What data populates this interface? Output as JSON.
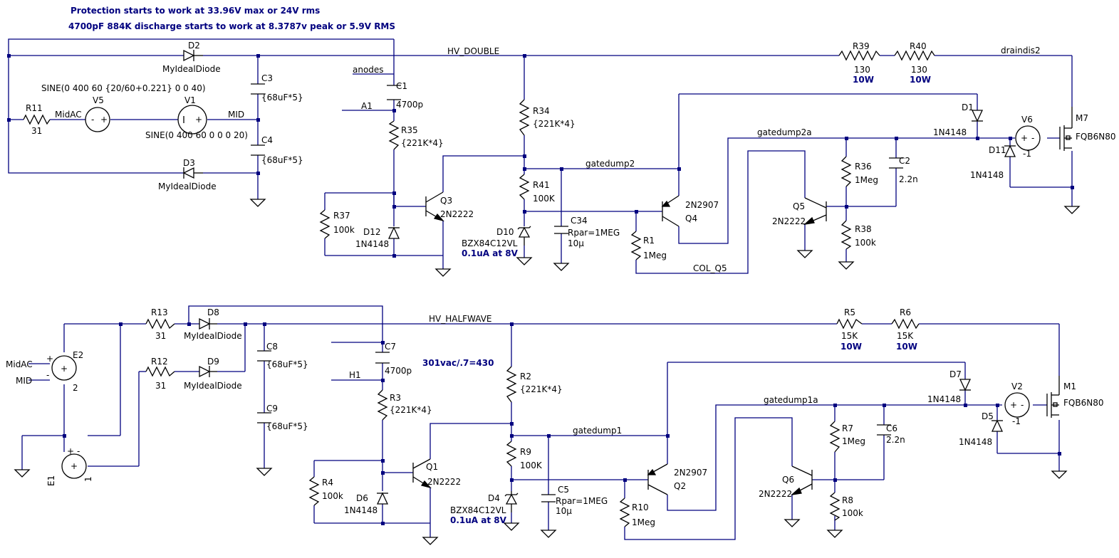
{
  "notes": {
    "protection": "Protection starts to work at 33.96V max or 24V rms",
    "discharge": "4700pF 884K discharge starts to work at 8.3787v peak or 5.9V RMS",
    "calc": "301vac/.7=430"
  },
  "nets": {
    "hv_double": "HV_DOUBLE",
    "hv_halfwave": "HV_HALFWAVE",
    "anodes": "anodes",
    "a1": "A1",
    "h1": "H1",
    "midac1": "MidAC",
    "mid1": "MID",
    "midac2": "MidAC",
    "mid2": "MID",
    "gatedump2": "gatedump2",
    "gatedump2a": "gatedump2a",
    "gatedump1": "gatedump1",
    "gatedump1a": "gatedump1a",
    "draindis2": "draindis2",
    "col_q5": "COL_Q5"
  },
  "components": {
    "D2": {
      "ref": "D2",
      "value": "MyIdealDiode"
    },
    "D3": {
      "ref": "D3",
      "value": "MyIdealDiode"
    },
    "D8": {
      "ref": "D8",
      "value": "MyIdealDiode"
    },
    "D9": {
      "ref": "D9",
      "value": "MyIdealDiode"
    },
    "C3": {
      "ref": "C3",
      "value": "{68uF*5}"
    },
    "C4": {
      "ref": "C4",
      "value": "{68uF*5}"
    },
    "C8": {
      "ref": "C8",
      "value": "{68uF*5}"
    },
    "C9": {
      "ref": "C9",
      "value": "{68uF*5}"
    },
    "V5": {
      "ref": "V5",
      "value": "SINE(0 400 60 {20/60+0.221} 0 0 40)"
    },
    "V1": {
      "ref": "V1",
      "value": "SINE(0 400 60 0 0 0 20)"
    },
    "R11": {
      "ref": "R11",
      "value": "31"
    },
    "R13": {
      "ref": "R13",
      "value": "31"
    },
    "R12": {
      "ref": "R12",
      "value": "31"
    },
    "E2": {
      "ref": "E2",
      "value": "2"
    },
    "E1": {
      "ref": "E1",
      "value": "1"
    },
    "C1": {
      "ref": "C1",
      "value": "4700p"
    },
    "C7": {
      "ref": "C7",
      "value": "4700p"
    },
    "R35": {
      "ref": "R35",
      "value": "{221K*4}"
    },
    "R3": {
      "ref": "R3",
      "value": "{221K*4}"
    },
    "R34": {
      "ref": "R34",
      "value": "{221K*4}"
    },
    "R2": {
      "ref": "R2",
      "value": "{221K*4}"
    },
    "R41": {
      "ref": "R41",
      "value": "100K"
    },
    "R9": {
      "ref": "R9",
      "value": "100K"
    },
    "R37": {
      "ref": "R37",
      "value": "100k"
    },
    "R4": {
      "ref": "R4",
      "value": "100k"
    },
    "D12": {
      "ref": "D12",
      "value": "1N4148"
    },
    "D6": {
      "ref": "D6",
      "value": "1N4148"
    },
    "Q3": {
      "ref": "Q3",
      "value": "2N2222"
    },
    "Q1": {
      "ref": "Q1",
      "value": "2N2222"
    },
    "D10": {
      "ref": "D10",
      "value": "BZX84C12VL",
      "note": "0.1uA at 8V"
    },
    "D4": {
      "ref": "D4",
      "value": "BZX84C12VL",
      "note": "0.1uA at 8V"
    },
    "C34": {
      "ref": "C34",
      "value": "Rpar=1MEG",
      "value2": "10µ"
    },
    "C5": {
      "ref": "C5",
      "value": "Rpar=1MEG",
      "value2": "10µ"
    },
    "R1": {
      "ref": "R1",
      "value": "1Meg"
    },
    "R10": {
      "ref": "R10",
      "value": "1Meg"
    },
    "Q4": {
      "ref": "Q4",
      "value": "2N2907"
    },
    "Q2": {
      "ref": "Q2",
      "value": "2N2907"
    },
    "Q5": {
      "ref": "Q5",
      "value": "2N2222"
    },
    "Q6": {
      "ref": "Q6",
      "value": "2N2222"
    },
    "R36": {
      "ref": "R36",
      "value": "1Meg"
    },
    "R7": {
      "ref": "R7",
      "value": "1Meg"
    },
    "R38": {
      "ref": "R38",
      "value": "100k"
    },
    "R8": {
      "ref": "R8",
      "value": "100k"
    },
    "C2": {
      "ref": "C2",
      "value": "2.2n"
    },
    "C6": {
      "ref": "C6",
      "value": "2.2n"
    },
    "R39": {
      "ref": "R39",
      "value": "130",
      "power": "10W"
    },
    "R40": {
      "ref": "R40",
      "value": "130",
      "power": "10W"
    },
    "R5": {
      "ref": "R5",
      "value": "15K",
      "power": "10W"
    },
    "R6": {
      "ref": "R6",
      "value": "15K",
      "power": "10W"
    },
    "D1": {
      "ref": "D1",
      "value": "1N4148"
    },
    "D11": {
      "ref": "D11",
      "value": "1N4148"
    },
    "D7": {
      "ref": "D7",
      "value": "1N4148"
    },
    "D5": {
      "ref": "D5",
      "value": "1N4148"
    },
    "V6": {
      "ref": "V6",
      "value": "-1"
    },
    "V2": {
      "ref": "V2",
      "value": "-1"
    },
    "M7": {
      "ref": "M7",
      "value": "FQB6N80"
    },
    "M1": {
      "ref": "M1",
      "value": "FQB6N80"
    }
  },
  "colors": {
    "wire": "#00007f",
    "part": "#000000",
    "annotation": "#00007f",
    "background": "#ffffff"
  }
}
